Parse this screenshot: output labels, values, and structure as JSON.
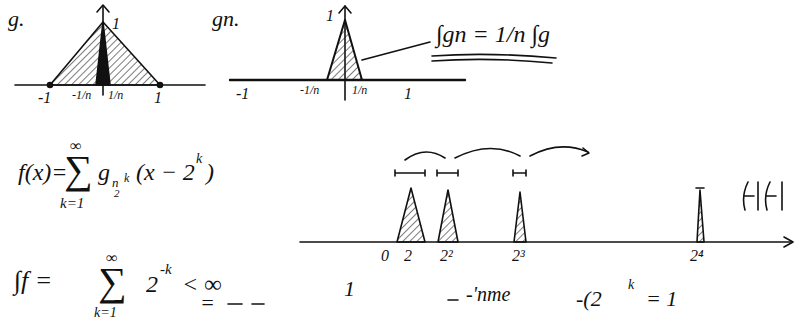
{
  "diagram": {
    "labels": [
      "g.",
      "1",
      "-1",
      "-1/n",
      "1/n",
      "1",
      "gn.",
      "1",
      "-1",
      "-1/n",
      "1/n",
      "1",
      "∫gn = 1/n ∫g",
      "f(x)=",
      "∞",
      "∑",
      "k=1",
      "g",
      "n",
      "2",
      "k",
      "(x − 2",
      "k",
      ")",
      "∫f =",
      "∞",
      "∑",
      "k=1",
      "2",
      "-k",
      "< ∞",
      "0",
      "2",
      "2²",
      "2³",
      "2⁴",
      "=",
      "1",
      "-'nme",
      "-(2",
      "k",
      "= 1"
    ]
  }
}
